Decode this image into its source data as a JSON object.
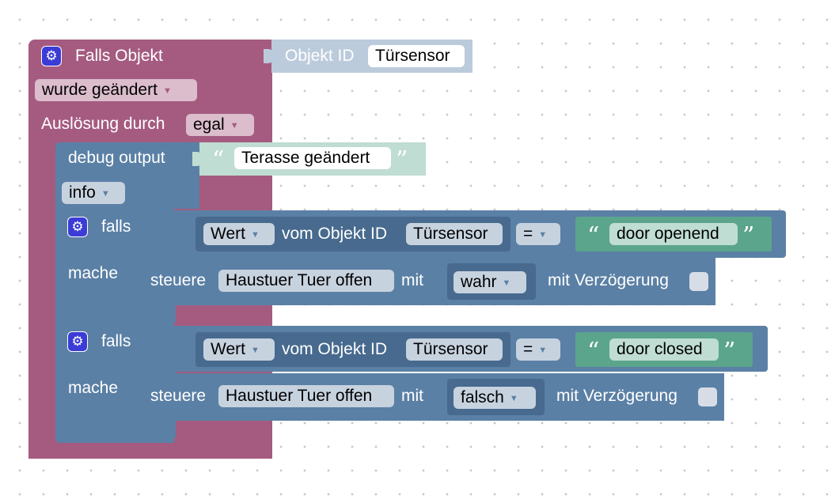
{
  "trigger": {
    "title": "Falls Objekt",
    "object_label": "Objekt ID",
    "object_value": "Türsensor",
    "change_mode": "wurde geändert",
    "trigger_label": "Auslösung durch",
    "trigger_value": "egal"
  },
  "debug": {
    "label": "debug output",
    "text": "Terasse geändert",
    "level": "info"
  },
  "conditions": [
    {
      "if_label": "falls",
      "value_label": "Wert",
      "object_label": "vom Objekt ID",
      "object_value": "Türsensor",
      "operator": "=",
      "compare_text": "door openend",
      "do_label": "mache",
      "control_label": "steuere",
      "target": "Haustuer Tuer offen",
      "with_label": "mit",
      "value": "wahr",
      "delay_label": "mit Verzögerung"
    },
    {
      "if_label": "falls",
      "value_label": "Wert",
      "object_label": "vom Objekt ID",
      "object_value": "Türsensor",
      "operator": "=",
      "compare_text": "door closed",
      "do_label": "mache",
      "control_label": "steuere",
      "target": "Haustuer Tuer offen",
      "with_label": "mit",
      "value": "falsch",
      "delay_label": "mit Verzögerung"
    }
  ],
  "colors": {
    "trigger_block": "#a55b80",
    "trigger_field": "#dbbdcc",
    "object_block": "#bccbdc",
    "logic_block": "#5b80a5",
    "logic_dark": "#476a8e",
    "field_light": "#c7d2df",
    "text_block": "#bfddd2",
    "text_block_dark": "#5ba58c",
    "gear": "#3b3bd6"
  },
  "icons": {
    "gear": "⚙",
    "dropdown": "▼",
    "quote_open": "“",
    "quote_close": "”"
  }
}
